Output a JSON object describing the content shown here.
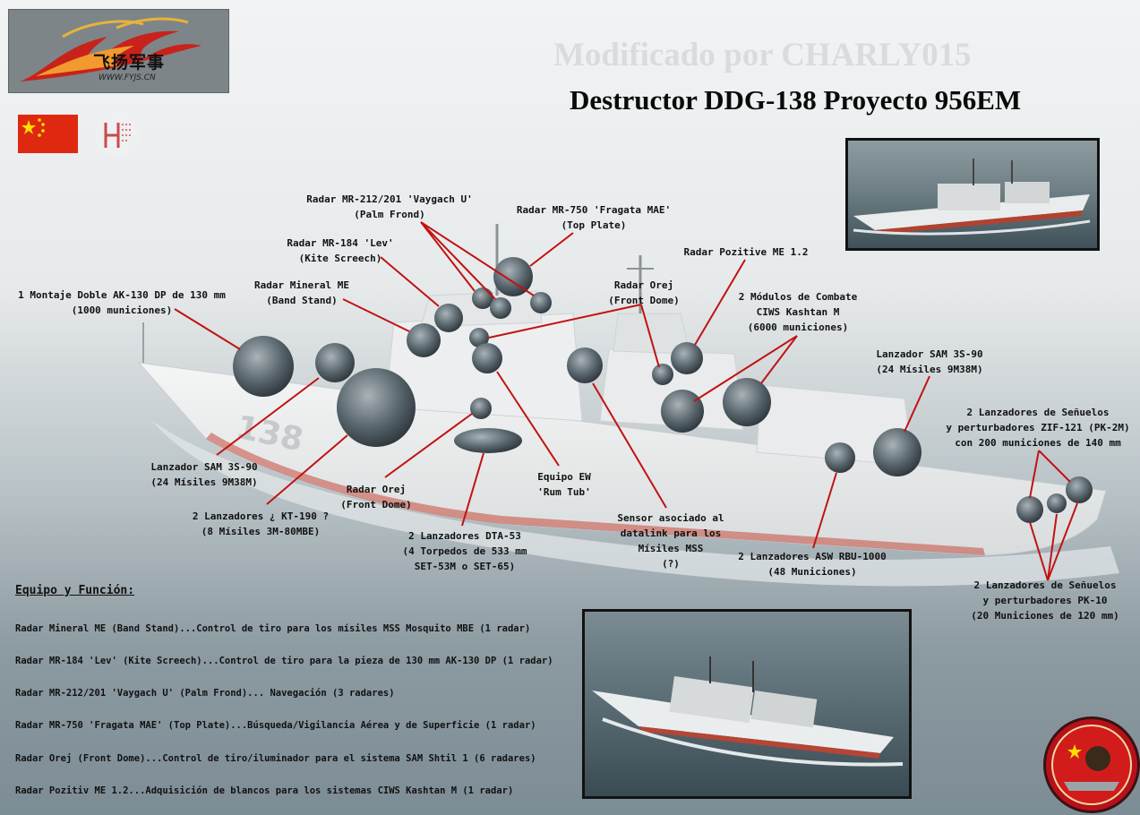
{
  "header": {
    "title": "Destructor DDG-138 Proyecto 956EM",
    "watermark": "Modificado por CHARLY015",
    "logo_text": "飞扬军事",
    "logo_url": "WWW.FYJS.CN"
  },
  "hull_number": "138",
  "colors": {
    "callout_line": "#c11212",
    "label_text": "#111111",
    "photo_border": "#121212",
    "flag_red": "#de2910",
    "flag_star": "#ffde00"
  },
  "callouts": [
    {
      "id": "ak130",
      "lines": [
        "1 Montaje Doble AK-130 DP de 130 mm",
        "(1000 municiones)"
      ]
    },
    {
      "id": "mineral",
      "lines": [
        "Radar Mineral ME",
        "(Band Stand)"
      ]
    },
    {
      "id": "mr184",
      "lines": [
        "Radar MR-184 'Lev'",
        "(Kite Screech)"
      ]
    },
    {
      "id": "mr212",
      "lines": [
        "Radar MR-212/201 'Vaygach U'",
        "(Palm Frond)"
      ]
    },
    {
      "id": "mr750",
      "lines": [
        "Radar MR-750 'Fragata MAE'",
        "(Top Plate)"
      ]
    },
    {
      "id": "pozitive",
      "lines": [
        "Radar Pozitive ME 1.2"
      ]
    },
    {
      "id": "orej_top",
      "lines": [
        "Radar Orej",
        "(Front Dome)"
      ]
    },
    {
      "id": "kashtan",
      "lines": [
        "2 Módulos de Combate",
        "CIWS Kashtan M",
        "(6000 municiones)"
      ]
    },
    {
      "id": "sam_aft",
      "lines": [
        "Lanzador SAM 3S-90",
        "(24 Mísiles 9M38M)"
      ]
    },
    {
      "id": "zif121",
      "lines": [
        "2 Lanzadores de Señuelos",
        "y perturbadores ZIF-121 (PK-2M)",
        "con 200 municiones de 140 mm"
      ]
    },
    {
      "id": "sam_fwd",
      "lines": [
        "Lanzador SAM 3S-90",
        "(24 Mísiles 9M38M)"
      ]
    },
    {
      "id": "kt190",
      "lines": [
        "2 Lanzadores ¿ KT-190 ?",
        "(8 Mísiles 3M-80MBE)"
      ]
    },
    {
      "id": "orej_low",
      "lines": [
        "Radar Orej",
        "(Front Dome)"
      ]
    },
    {
      "id": "dta53",
      "lines": [
        "2 Lanzadores DTA-53",
        "(4 Torpedos de 533 mm",
        "SET-53M o SET-65)"
      ]
    },
    {
      "id": "ew",
      "lines": [
        "Equipo EW",
        "'Rum Tub'"
      ]
    },
    {
      "id": "datalink",
      "lines": [
        "Sensor asociado al",
        "datalink para los",
        "Mísiles MSS",
        "(?)"
      ]
    },
    {
      "id": "rbu",
      "lines": [
        "2 Lanzadores ASW RBU-1000",
        "(48 Municiones)"
      ]
    },
    {
      "id": "pk10",
      "lines": [
        "2 Lanzadores de Señuelos",
        "y perturbadores PK-10",
        "(20 Municiones de 120 mm)"
      ]
    }
  ],
  "equipment": {
    "heading": "Equipo y Función:",
    "items": [
      "Radar Mineral ME (Band Stand)...Control de tiro para los mísiles MSS Mosquito MBE (1 radar)",
      "Radar MR-184 'Lev' (Kite Screech)...Control de tiro para la pieza de 130 mm AK-130 DP (1 radar)",
      "Radar MR-212/201 'Vaygach U' (Palm Frond)... Navegación (3 radares)",
      "Radar MR-750 'Fragata MAE' (Top Plate)...Búsqueda/Vigilancia Aérea y de Superficie (1 radar)",
      "Radar Orej (Front Dome)...Control de tiro/iluminador para el sistema SAM Shtil 1 (6 radares)",
      "Radar Pozitiv ME 1.2...Adquisición de blancos para los sistemas CIWS Kashtan M (1 radar)"
    ]
  },
  "images": {
    "logo": "flame-logo",
    "flag": "china-flag",
    "emblem": "navy-emblem",
    "ship": "destroyer-ddg-138",
    "photos": [
      "ship-photo-top",
      "ship-photo-bottom"
    ]
  }
}
